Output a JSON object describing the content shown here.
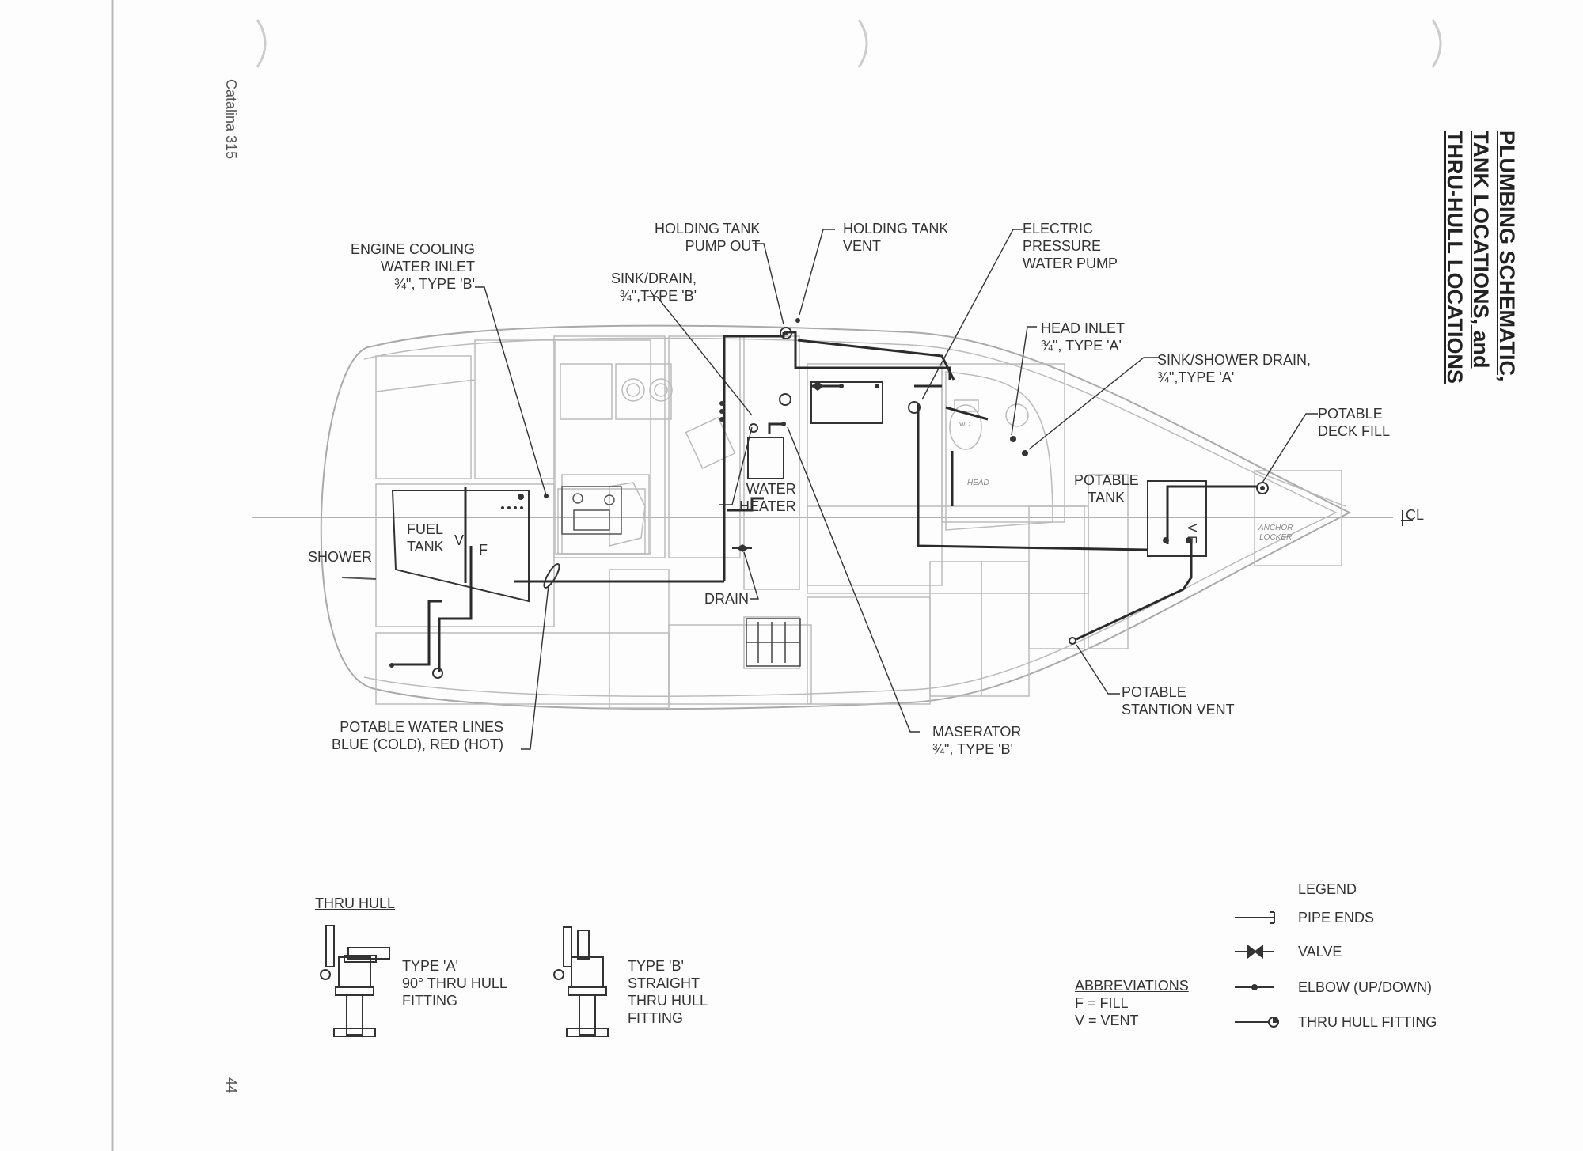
{
  "side_header": "Catalina 315",
  "page_number": "44",
  "title_lines": [
    "PLUMBING SCHEMATIC,",
    "TANK LOCATIONS, and",
    "THRU-HULL LOCATIONS"
  ],
  "labels": {
    "holding_tank_pump_out": "HOLDING TANK\nPUMP OUT",
    "holding_tank_vent": "HOLDING TANK\nVENT",
    "electric_pressure_water_pump": "ELECTRIC\nPRESSURE\nWATER PUMP",
    "engine_cooling_water_inlet": "ENGINE COOLING\nWATER INLET\n¾\", TYPE 'B'",
    "sink_drain": "SINK/DRAIN,\n¾\",TYPE 'B'",
    "head_inlet": "HEAD INLET\n¾\", TYPE 'A'",
    "sink_shower_drain": "SINK/SHOWER DRAIN,\n¾\",TYPE 'A'",
    "potable_deck_fill": "POTABLE\nDECK FILL",
    "potable_tank": "POTABLE\nTANK",
    "water_heater": "WATER\nHEATER",
    "fuel_tank": "FUEL\nTANK",
    "shower": "SHOWER",
    "drain": "DRAIN",
    "potable_water_lines": "POTABLE WATER LINES\nBLUE (COLD), RED (HOT)",
    "maserator": "MASERATOR\n¾\", TYPE 'B'",
    "potable_stantion_vent": "POTABLE\nSTANTION VENT",
    "head": "HEAD",
    "wc": "WC",
    "anchor_locker": "ANCHOR\nLOCKER",
    "centerline": "CL",
    "v_mark": "V",
    "f_mark": "F",
    "vf_mark": "V F"
  },
  "thru_hull": {
    "heading": "THRU HULL",
    "type_a": "TYPE 'A'\n90° THRU HULL\nFITTING",
    "type_b": "TYPE 'B'\nSTRAIGHT\nTHRU HULL\nFITTING"
  },
  "abbreviations": {
    "heading": "ABBREVIATIONS",
    "items": [
      "F = FILL",
      "V = VENT"
    ]
  },
  "legend": {
    "heading": "LEGEND",
    "items": [
      "PIPE ENDS",
      "VALVE",
      "ELBOW (UP/DOWN)",
      "THRU HULL FITTING"
    ]
  }
}
